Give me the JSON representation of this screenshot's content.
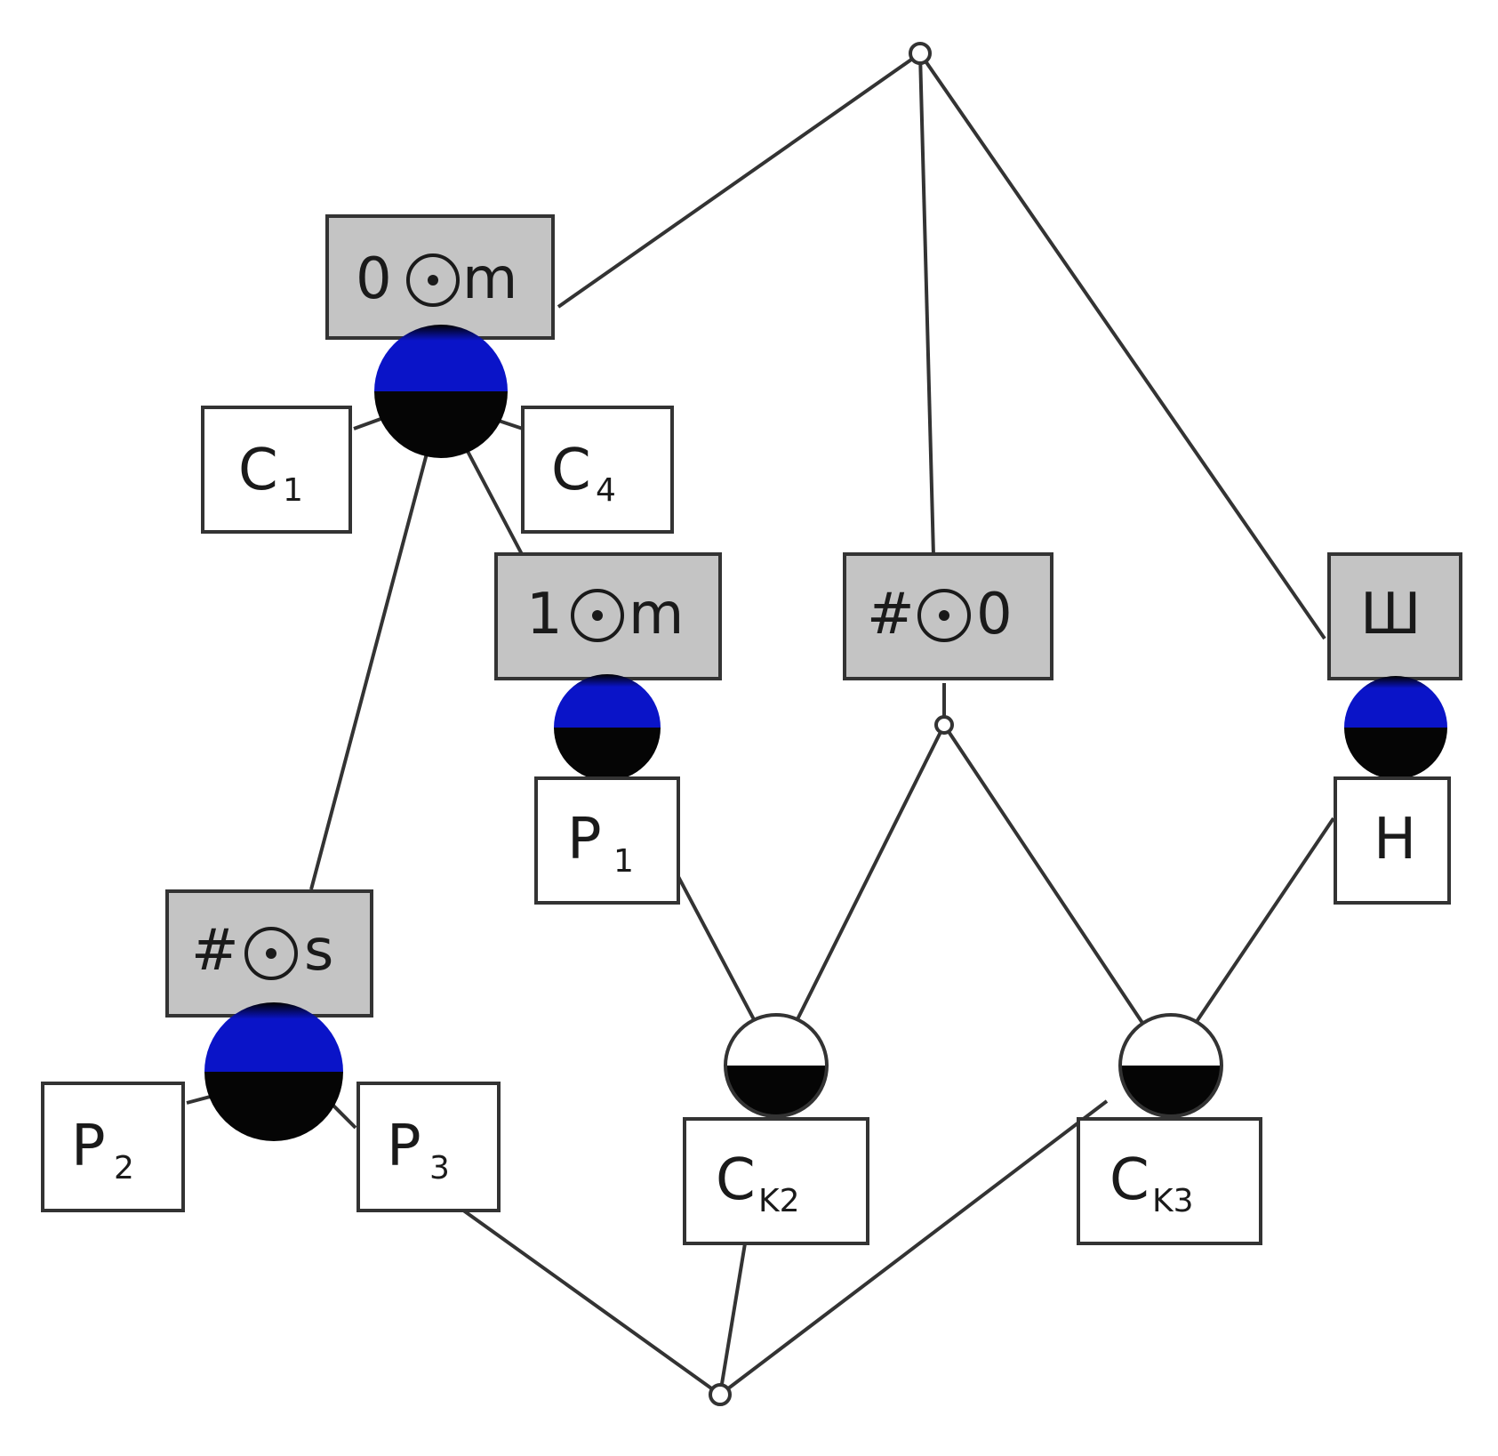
{
  "diagram": {
    "colors": {
      "node_top": "#0a14c8",
      "node_bottom": "#050505",
      "attr_box_fill": "#c4c4c4",
      "edge": "#333333"
    },
    "attribute_labels": {
      "a0m": {
        "left": "0",
        "op_icon": "circled-dot-operator",
        "right": "m"
      },
      "a1m": {
        "left": "1",
        "op_icon": "circled-dot-operator",
        "right": "m"
      },
      "ah0": {
        "left": "#",
        "op_icon": "circled-dot-operator",
        "right": "0"
      },
      "ahs": {
        "left": "#",
        "op_icon": "circled-dot-operator",
        "right": "s"
      },
      "aw": {
        "text": "Ш"
      }
    },
    "object_labels": {
      "c1": {
        "base": "C",
        "sub": "1"
      },
      "c4": {
        "base": "C",
        "sub": "4"
      },
      "p1": {
        "base": "P",
        "sub": "1"
      },
      "p2": {
        "base": "P",
        "sub": "2"
      },
      "p3": {
        "base": "P",
        "sub": "3"
      },
      "h": {
        "base": "H",
        "sub": ""
      },
      "ck2": {
        "base": "C",
        "sub": "K2"
      },
      "ck3": {
        "base": "C",
        "sub": "K3"
      }
    }
  }
}
